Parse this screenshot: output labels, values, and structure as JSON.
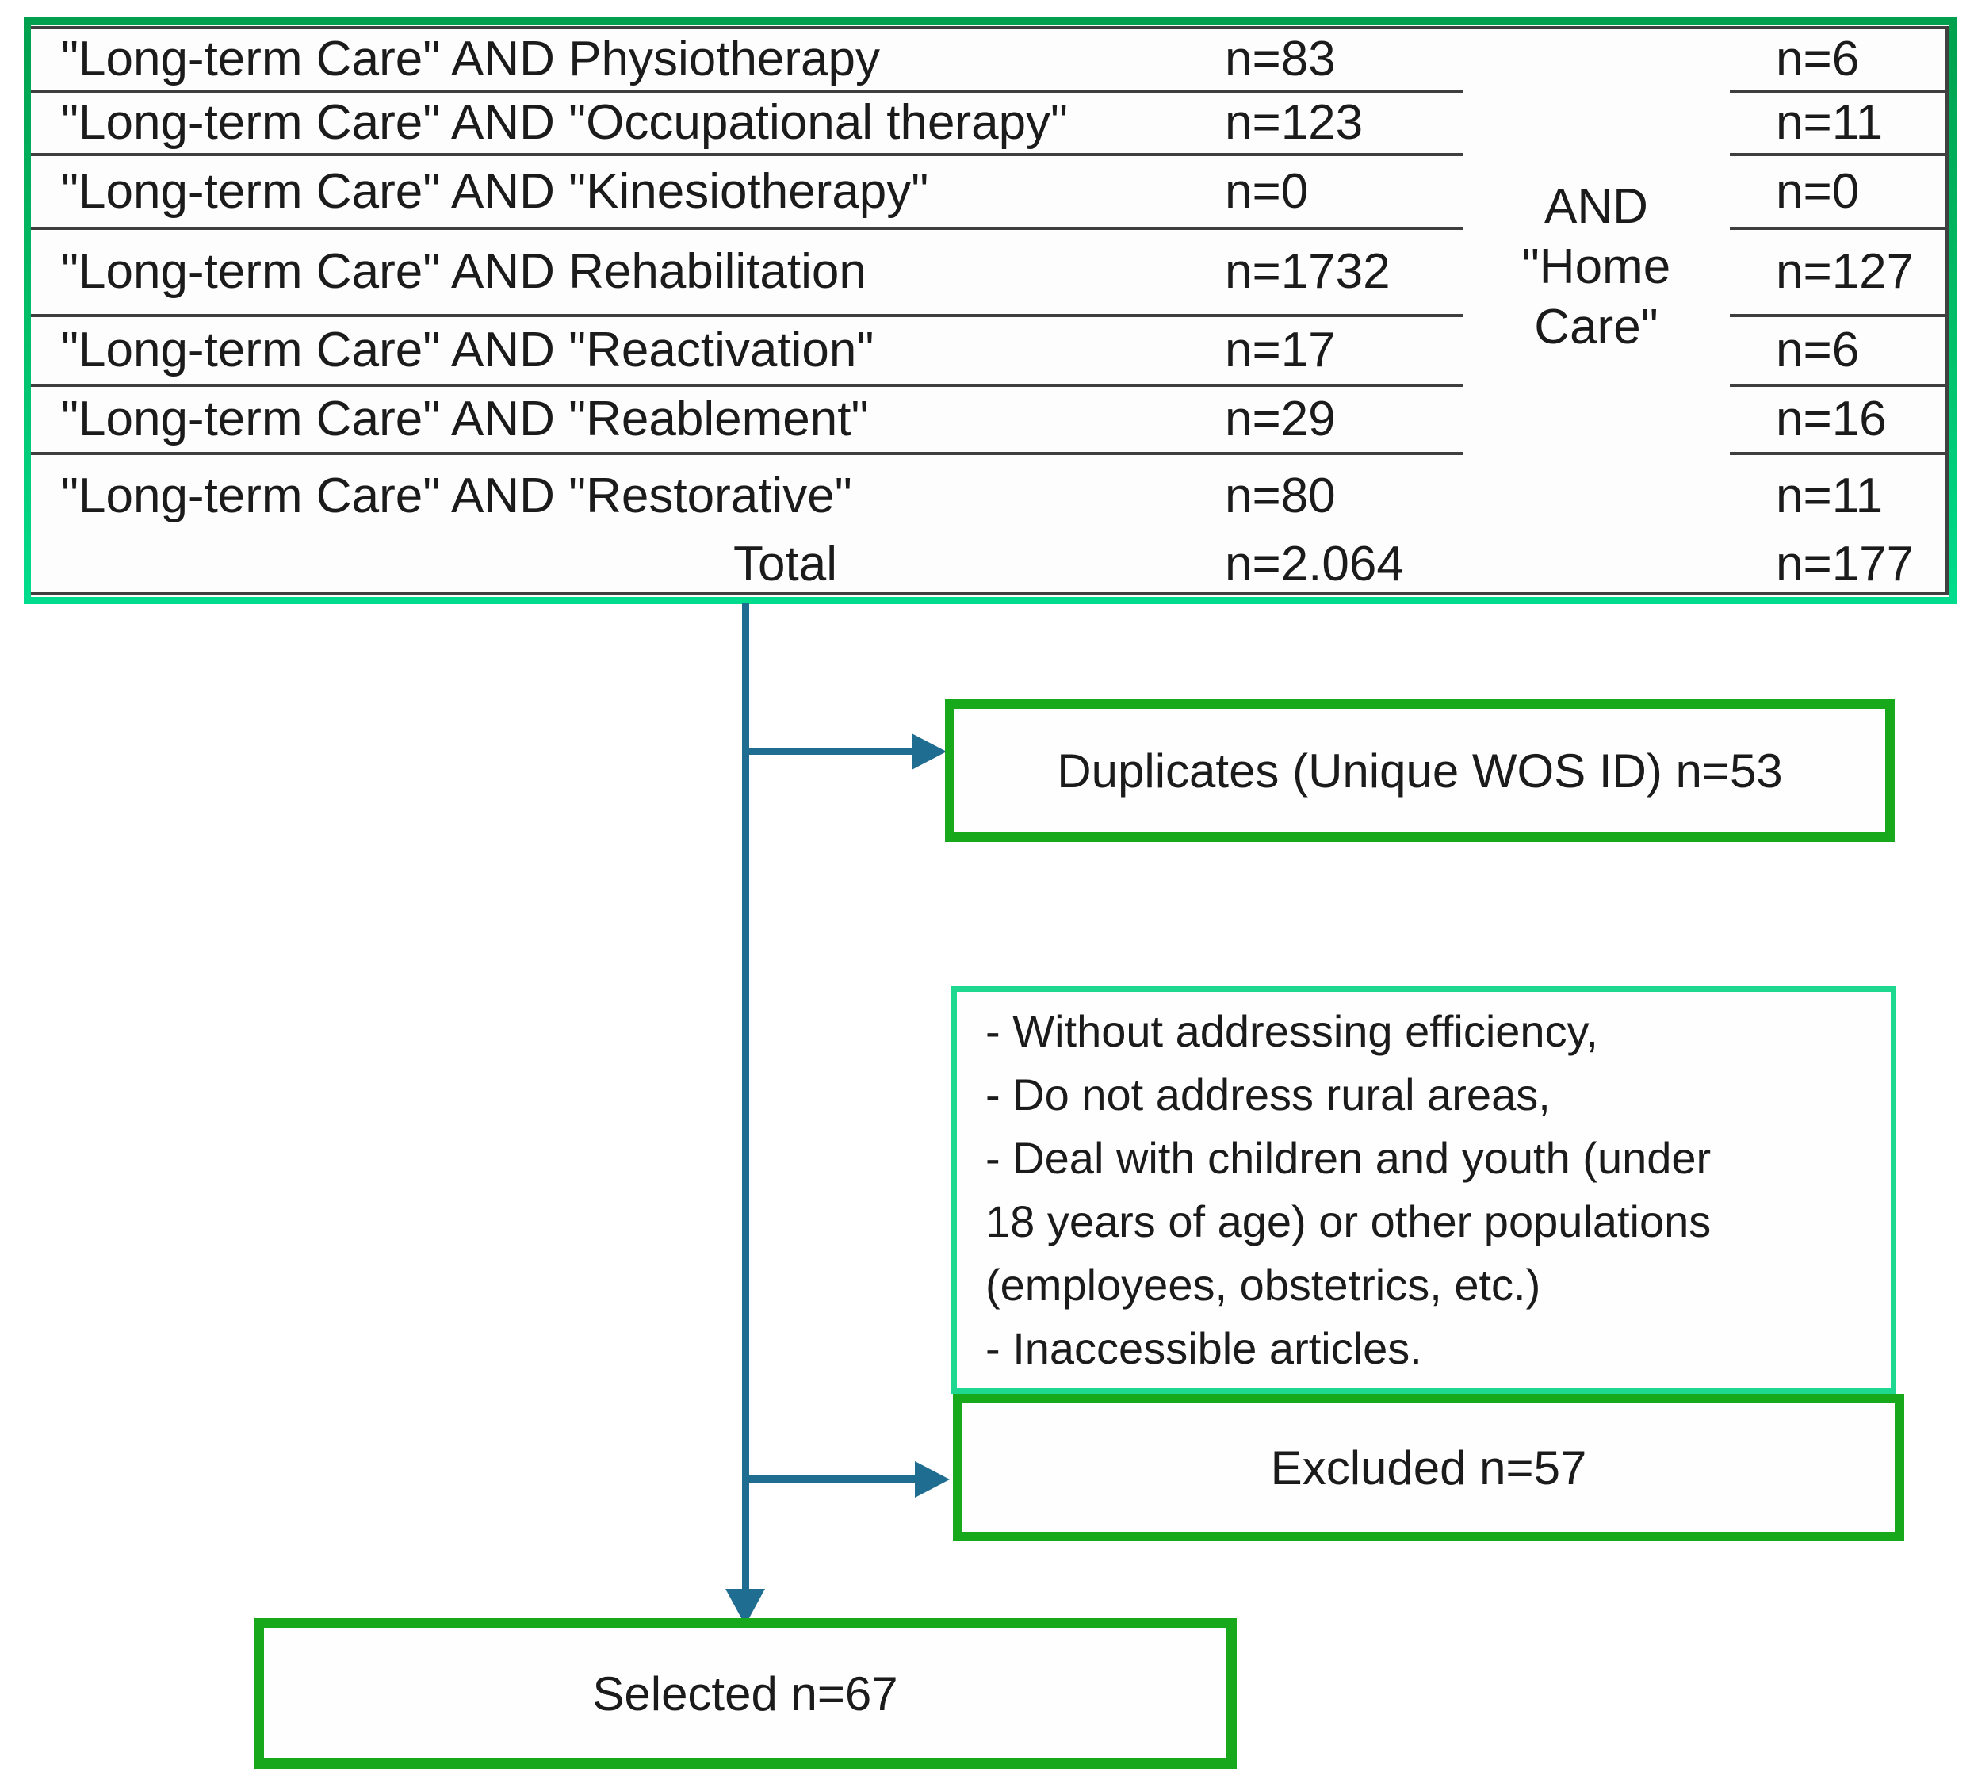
{
  "table": {
    "rows": [
      {
        "term": "\"Long-term Care\" AND Physiotherapy",
        "n1": "n=83",
        "n2": "n=6"
      },
      {
        "term": "\"Long-term Care\" AND \"Occupational therapy\"",
        "n1": "n=123",
        "n2": "n=11"
      },
      {
        "term": "\"Long-term Care\" AND \"Kinesiotherapy\"",
        "n1": "n=0",
        "n2": "n=0"
      },
      {
        "term": "\"Long-term Care\" AND Rehabilitation",
        "n1": "n=1732",
        "n2": "n=127"
      },
      {
        "term": "\"Long-term Care\" AND \"Reactivation\"",
        "n1": "n=17",
        "n2": "n=6"
      },
      {
        "term": "\"Long-term Care\" AND \"Reablement\"",
        "n1": "n=29",
        "n2": "n=16"
      },
      {
        "term": "\"Long-term Care\" AND \"Restorative\"",
        "n1": "n=80",
        "n2": "n=11"
      }
    ],
    "total": {
      "label": "Total",
      "n1": "n=2.064",
      "n2": "n=177"
    },
    "middle_label_lines": [
      "AND",
      "\"Home",
      "Care\""
    ]
  },
  "boxes": {
    "duplicates": {
      "label": "Duplicates (Unique WOS ID) n=53"
    },
    "exclusion_criteria": {
      "lines": [
        "- Without addressing efficiency,",
        "- Do not address rural areas,",
        "- Deal with children and youth (under",
        "18 years of age) or other populations",
        "(employees, obstetrics, etc.)",
        "- Inaccessible articles."
      ]
    },
    "excluded": {
      "label": "Excluded n=57"
    },
    "selected": {
      "label": "Selected n=67"
    }
  },
  "colors": {
    "table_border_top": "#00a14e",
    "table_border_bottom": "#00dc8d",
    "criteria_border": "#1fd890",
    "flow_box_border": "#18a81c",
    "arrow": "#1f6d90",
    "separator": "#3f3f3f",
    "text": "#1b1b1b"
  }
}
